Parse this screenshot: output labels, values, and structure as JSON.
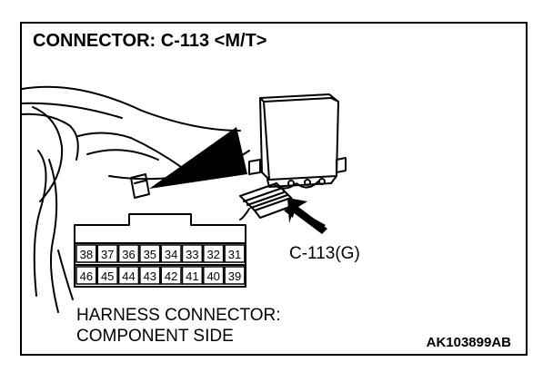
{
  "title": "CONNECTOR: C-113 <M/T>",
  "connector_callout": "C-113(G)",
  "caption": {
    "line1": "HARNESS CONNECTOR:",
    "line2": "COMPONENT SIDE"
  },
  "figure_code": "AK103899AB",
  "pins": {
    "top_row": [
      "38",
      "37",
      "36",
      "35",
      "34",
      "33",
      "32",
      "31"
    ],
    "bottom_row": [
      "46",
      "45",
      "44",
      "43",
      "42",
      "41",
      "40",
      "39"
    ]
  },
  "colors": {
    "line": "#000000",
    "background": "#ffffff"
  }
}
